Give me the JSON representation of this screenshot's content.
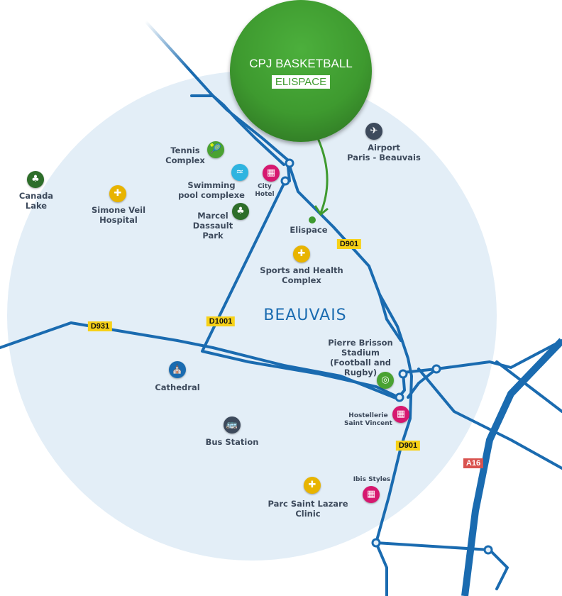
{
  "header": {
    "title": "CPJ BASKETBALL",
    "venue": "ELISPACE"
  },
  "city": "BEAUVAIS",
  "colors": {
    "circle": "#e3eef7",
    "road": "#1a6bb0",
    "brand": "#3e9a2f",
    "hotel": "#d6186f",
    "health": "#e8b400",
    "park": "#2e6e2a",
    "sport": "#4aa232",
    "transport": "#3d4a5c",
    "pool": "#2fb4e0"
  },
  "roads": {
    "d901_a": "D901",
    "d901_b": "D901",
    "d1001": "D1001",
    "d931": "D931",
    "a16": "A16"
  },
  "pois": [
    {
      "label": "Airport\nParis - Beauvais",
      "icon": "airplane-icon",
      "glyph": "✈"
    },
    {
      "label": "Tennis\nComplex",
      "icon": "tennis-icon",
      "glyph": "🎾"
    },
    {
      "label": "Swimming\npool complexe",
      "icon": "swimmer-icon",
      "glyph": "≈"
    },
    {
      "label": "City\nHotel",
      "icon": "hotel-icon",
      "glyph": "▦"
    },
    {
      "label": "Canada\nLake",
      "icon": "tree-icon",
      "glyph": "♣"
    },
    {
      "label": "Simone Veil\nHospital",
      "icon": "medical-cross-icon",
      "glyph": "✚"
    },
    {
      "label": "Marcel\nDassault\nPark",
      "icon": "tree-icon",
      "glyph": "♣"
    },
    {
      "label": "Elispace",
      "icon": "location-dot-icon",
      "glyph": ""
    },
    {
      "label": "Sports and Health\nComplex",
      "icon": "medical-cross-icon",
      "glyph": "✚"
    },
    {
      "label": "Pierre Brisson\nStadium\n(Football and\nRugby)",
      "icon": "stadium-icon",
      "glyph": "◎"
    },
    {
      "label": "Cathedral",
      "icon": "cathedral-icon",
      "glyph": "⛪"
    },
    {
      "label": "Hostellerie\nSaint Vincent",
      "icon": "hotel-icon",
      "glyph": "▦"
    },
    {
      "label": "Bus Station",
      "icon": "bus-icon",
      "glyph": "🚌"
    },
    {
      "label": "Ibis Styles",
      "icon": "hotel-icon",
      "glyph": "▦"
    },
    {
      "label": "Parc Saint Lazare\nClinic",
      "icon": "medical-cross-icon",
      "glyph": "✚"
    }
  ]
}
